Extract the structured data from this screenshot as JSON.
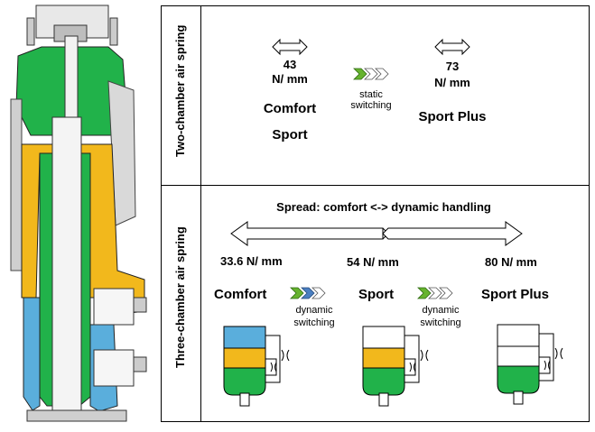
{
  "two_chamber": {
    "section_label": "Two-chamber air spring",
    "left_value": "43",
    "left_unit": "N/ mm",
    "left_mode_1": "Comfort",
    "left_mode_2": "Sport",
    "switch_label_1": "static",
    "switch_label_2": "switching",
    "right_value": "73",
    "right_unit": "N/ mm",
    "right_mode": "Sport Plus"
  },
  "three_chamber": {
    "section_label": "Three-chamber air spring",
    "spread_label": "Spread: comfort <-> dynamic handling",
    "value_1": "33.6 N/ mm",
    "value_2": "54 N/ mm",
    "value_3": "80 N/ mm",
    "mode_1": "Comfort",
    "mode_2": "Sport",
    "mode_3": "Sport Plus",
    "switch_a_1": "dynamic",
    "switch_a_2": "switching",
    "switch_b_1": "dynamic",
    "switch_b_2": "switching"
  },
  "colors": {
    "green": "#21b24a",
    "yellow": "#f2b81c",
    "blue": "#5aaedc",
    "chevron_green": "#66b32e",
    "chevron_blue": "#4a7fc1"
  }
}
